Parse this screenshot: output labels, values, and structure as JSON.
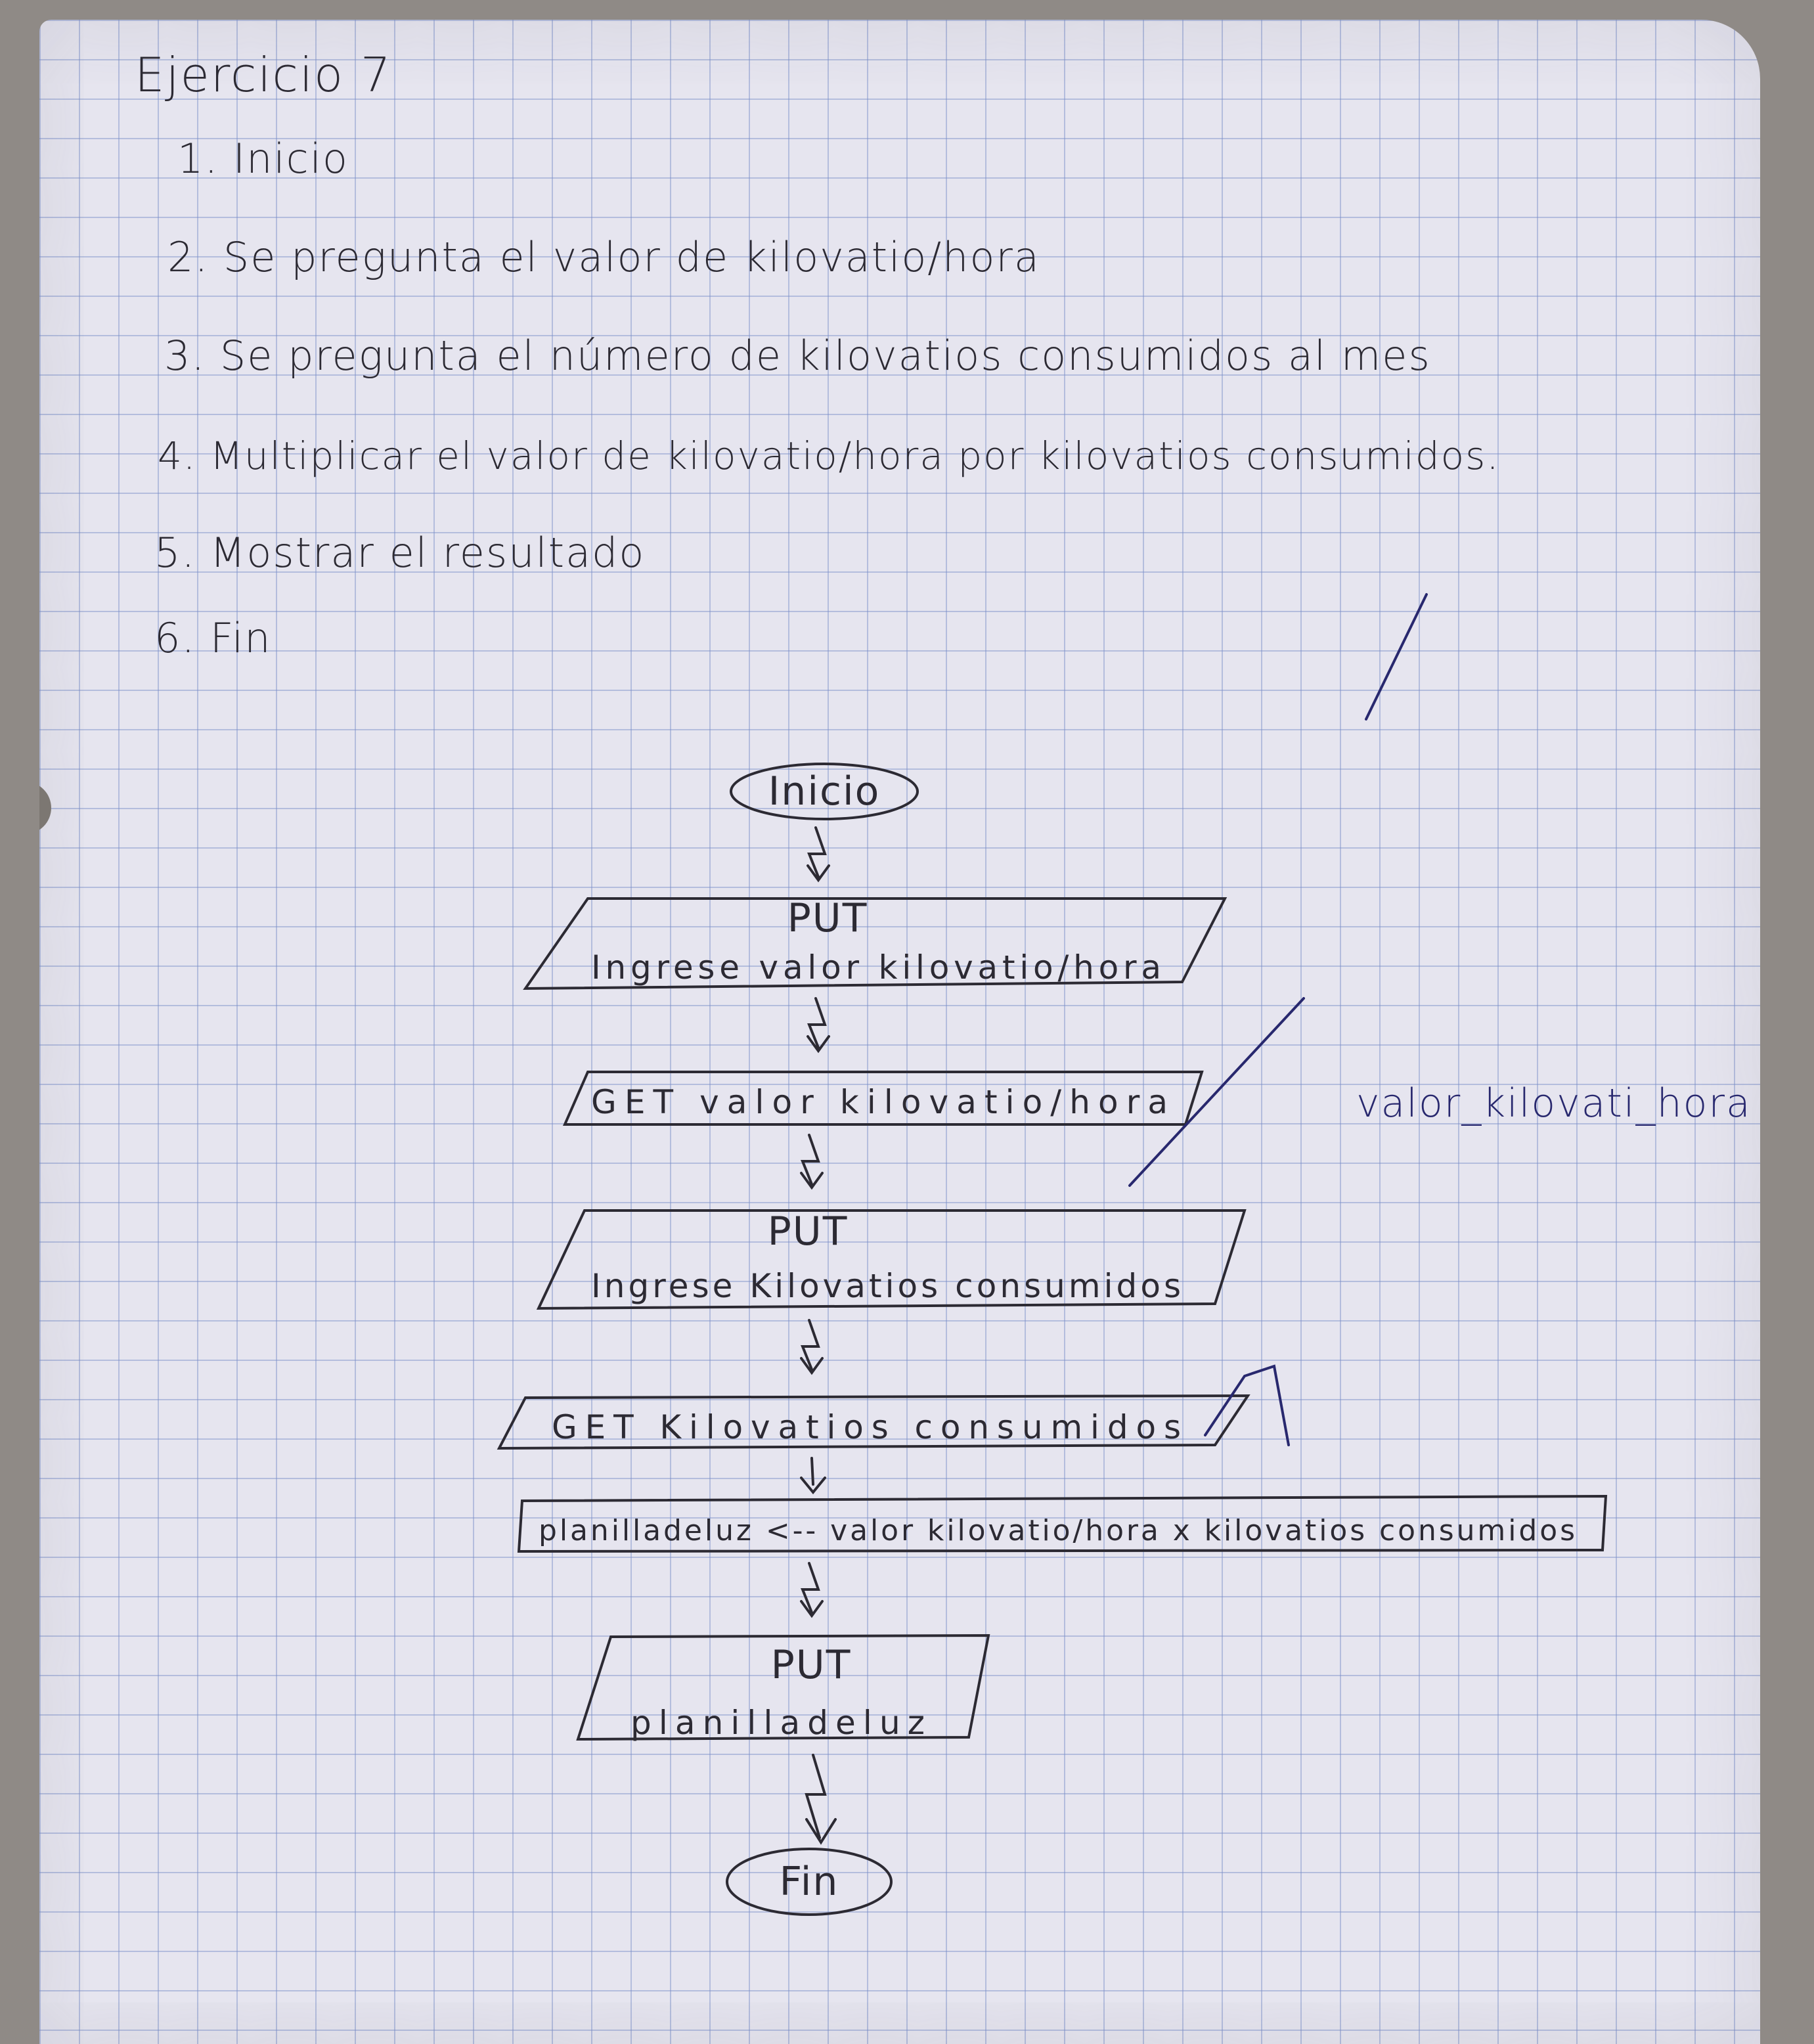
{
  "title": "Ejercicio 7",
  "steps": [
    "1. Inicio",
    "2. Se pregunta el valor de kilovatio/hora",
    "3. Se pregunta el número de kilovatios consumidos al mes",
    "4. Multiplicar el valor de kilovatio/hora por kilovatios consumidos.",
    "5. Mostrar el resultado",
    "6. Fin"
  ],
  "flowchart": {
    "start": "Inicio",
    "put1_keyword": "PUT",
    "put1_text": "Ingrese valor kilovatio/hora",
    "get1": "GET valor kilovatio/hora",
    "put2_keyword": "PUT",
    "put2_text": "Ingrese Kilovatios consumidos",
    "get2": "GET Kilovatios consumidos",
    "process": "planilladeluz <-- valor kilovatio/hora x kilovatios consumidos",
    "put3_keyword": "PUT",
    "put3_text": "planilladeluz",
    "end": "Fin"
  },
  "annotation": "valor_kilovati_hora",
  "colors": {
    "pencil": "#2c2a33",
    "pen": "#28286e",
    "grid": "#a9b4dc",
    "paper": "#e6e5ef"
  }
}
